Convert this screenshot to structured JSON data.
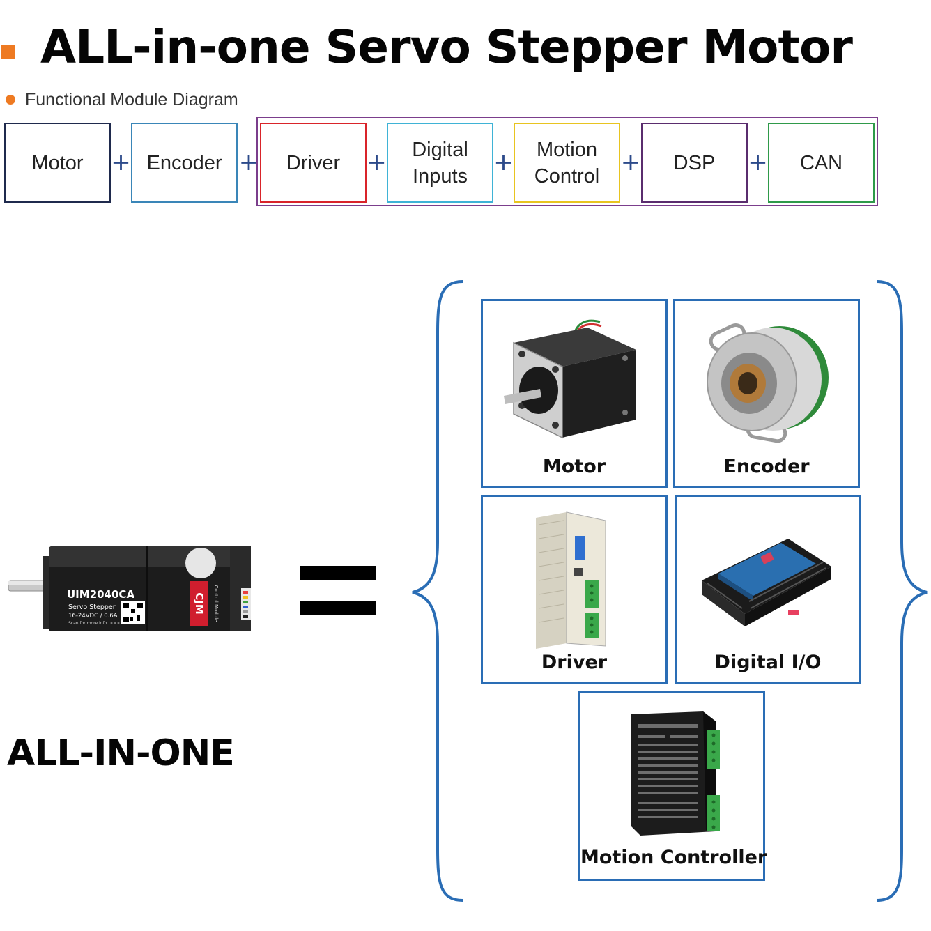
{
  "header": {
    "title": "ALL-in-one Servo Stepper Motor",
    "subtitle": "Functional Module Diagram"
  },
  "modules": [
    {
      "label": "Motor",
      "color": "#1f2a4d"
    },
    {
      "label": "Encoder",
      "color": "#3a86b8"
    },
    {
      "label": "Driver",
      "color": "#d9242a"
    },
    {
      "label": "Digital\nInputs",
      "color": "#3fb3d6"
    },
    {
      "label": "Motion\nControl",
      "color": "#e8c420"
    },
    {
      "label": "DSP",
      "color": "#5a2d6e"
    },
    {
      "label": "CAN",
      "color": "#2f9a4a"
    }
  ],
  "operator": "+",
  "group_color": "#7b3e8c",
  "product": {
    "model": "UIM2040CA",
    "line1": "Servo Stepper",
    "line2": "16-24VDC / 0.6A",
    "line3": "Scan for more info. >>>",
    "brand": "CJM",
    "side_text": "Control Module"
  },
  "equation_caption": "ALL-IN-ONE",
  "components": [
    {
      "label": "Motor",
      "icon": "stepper-motor-icon"
    },
    {
      "label": "Encoder",
      "icon": "encoder-icon"
    },
    {
      "label": "Driver",
      "icon": "driver-icon"
    },
    {
      "label": "Digital I/O",
      "icon": "digital-io-icon"
    },
    {
      "label": "Motion Controller",
      "icon": "motion-controller-icon"
    }
  ],
  "accent_color": "#2a6db5",
  "bullet_color": "#ee7a22"
}
